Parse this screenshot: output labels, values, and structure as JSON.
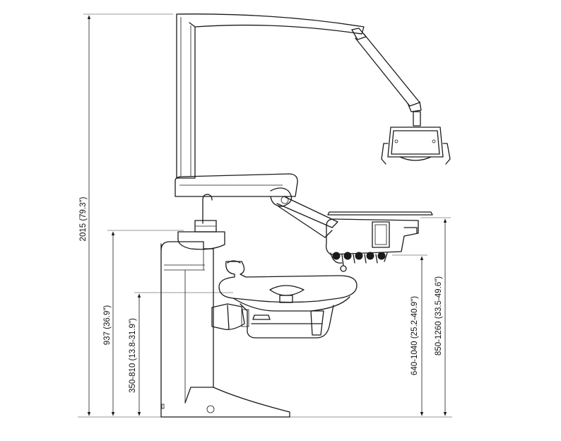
{
  "dimensions": {
    "overall_height": "2015 (79.3\")",
    "cuspidor_height": "937 (36.9\")",
    "seat_height": "350-810 (13.8-31.9\")",
    "tray_height": "640-1040 (25.2-40.9\")",
    "delivery_height": "850-1260 (33.5-49.6\")"
  },
  "colors": {
    "line": "#1a1a1a",
    "background": "#ffffff"
  }
}
